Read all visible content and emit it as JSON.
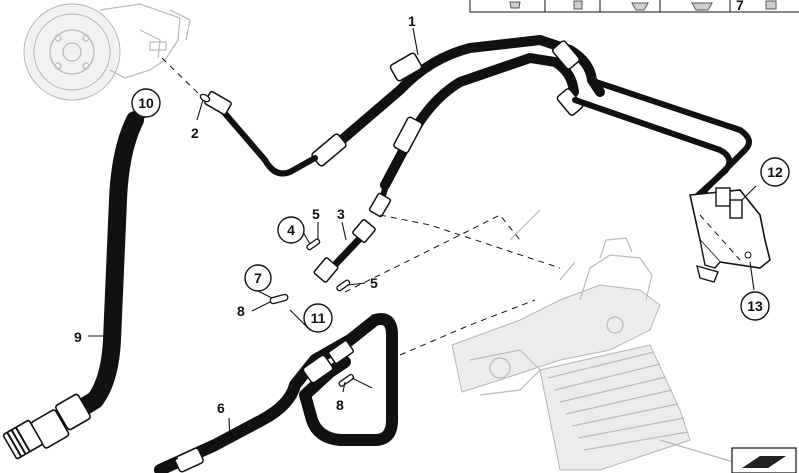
{
  "diagram": {
    "labels": {
      "l1": "1",
      "l2": "2",
      "l3": "3",
      "l4": "4",
      "l5a": "5",
      "l5b": "5",
      "l6": "6",
      "l7": "7",
      "l8a": "8",
      "l8b": "8",
      "l9": "9",
      "l10": "10",
      "l11": "11",
      "l12": "12",
      "l13": "13"
    },
    "legend_strip": {
      "number": "7"
    }
  }
}
